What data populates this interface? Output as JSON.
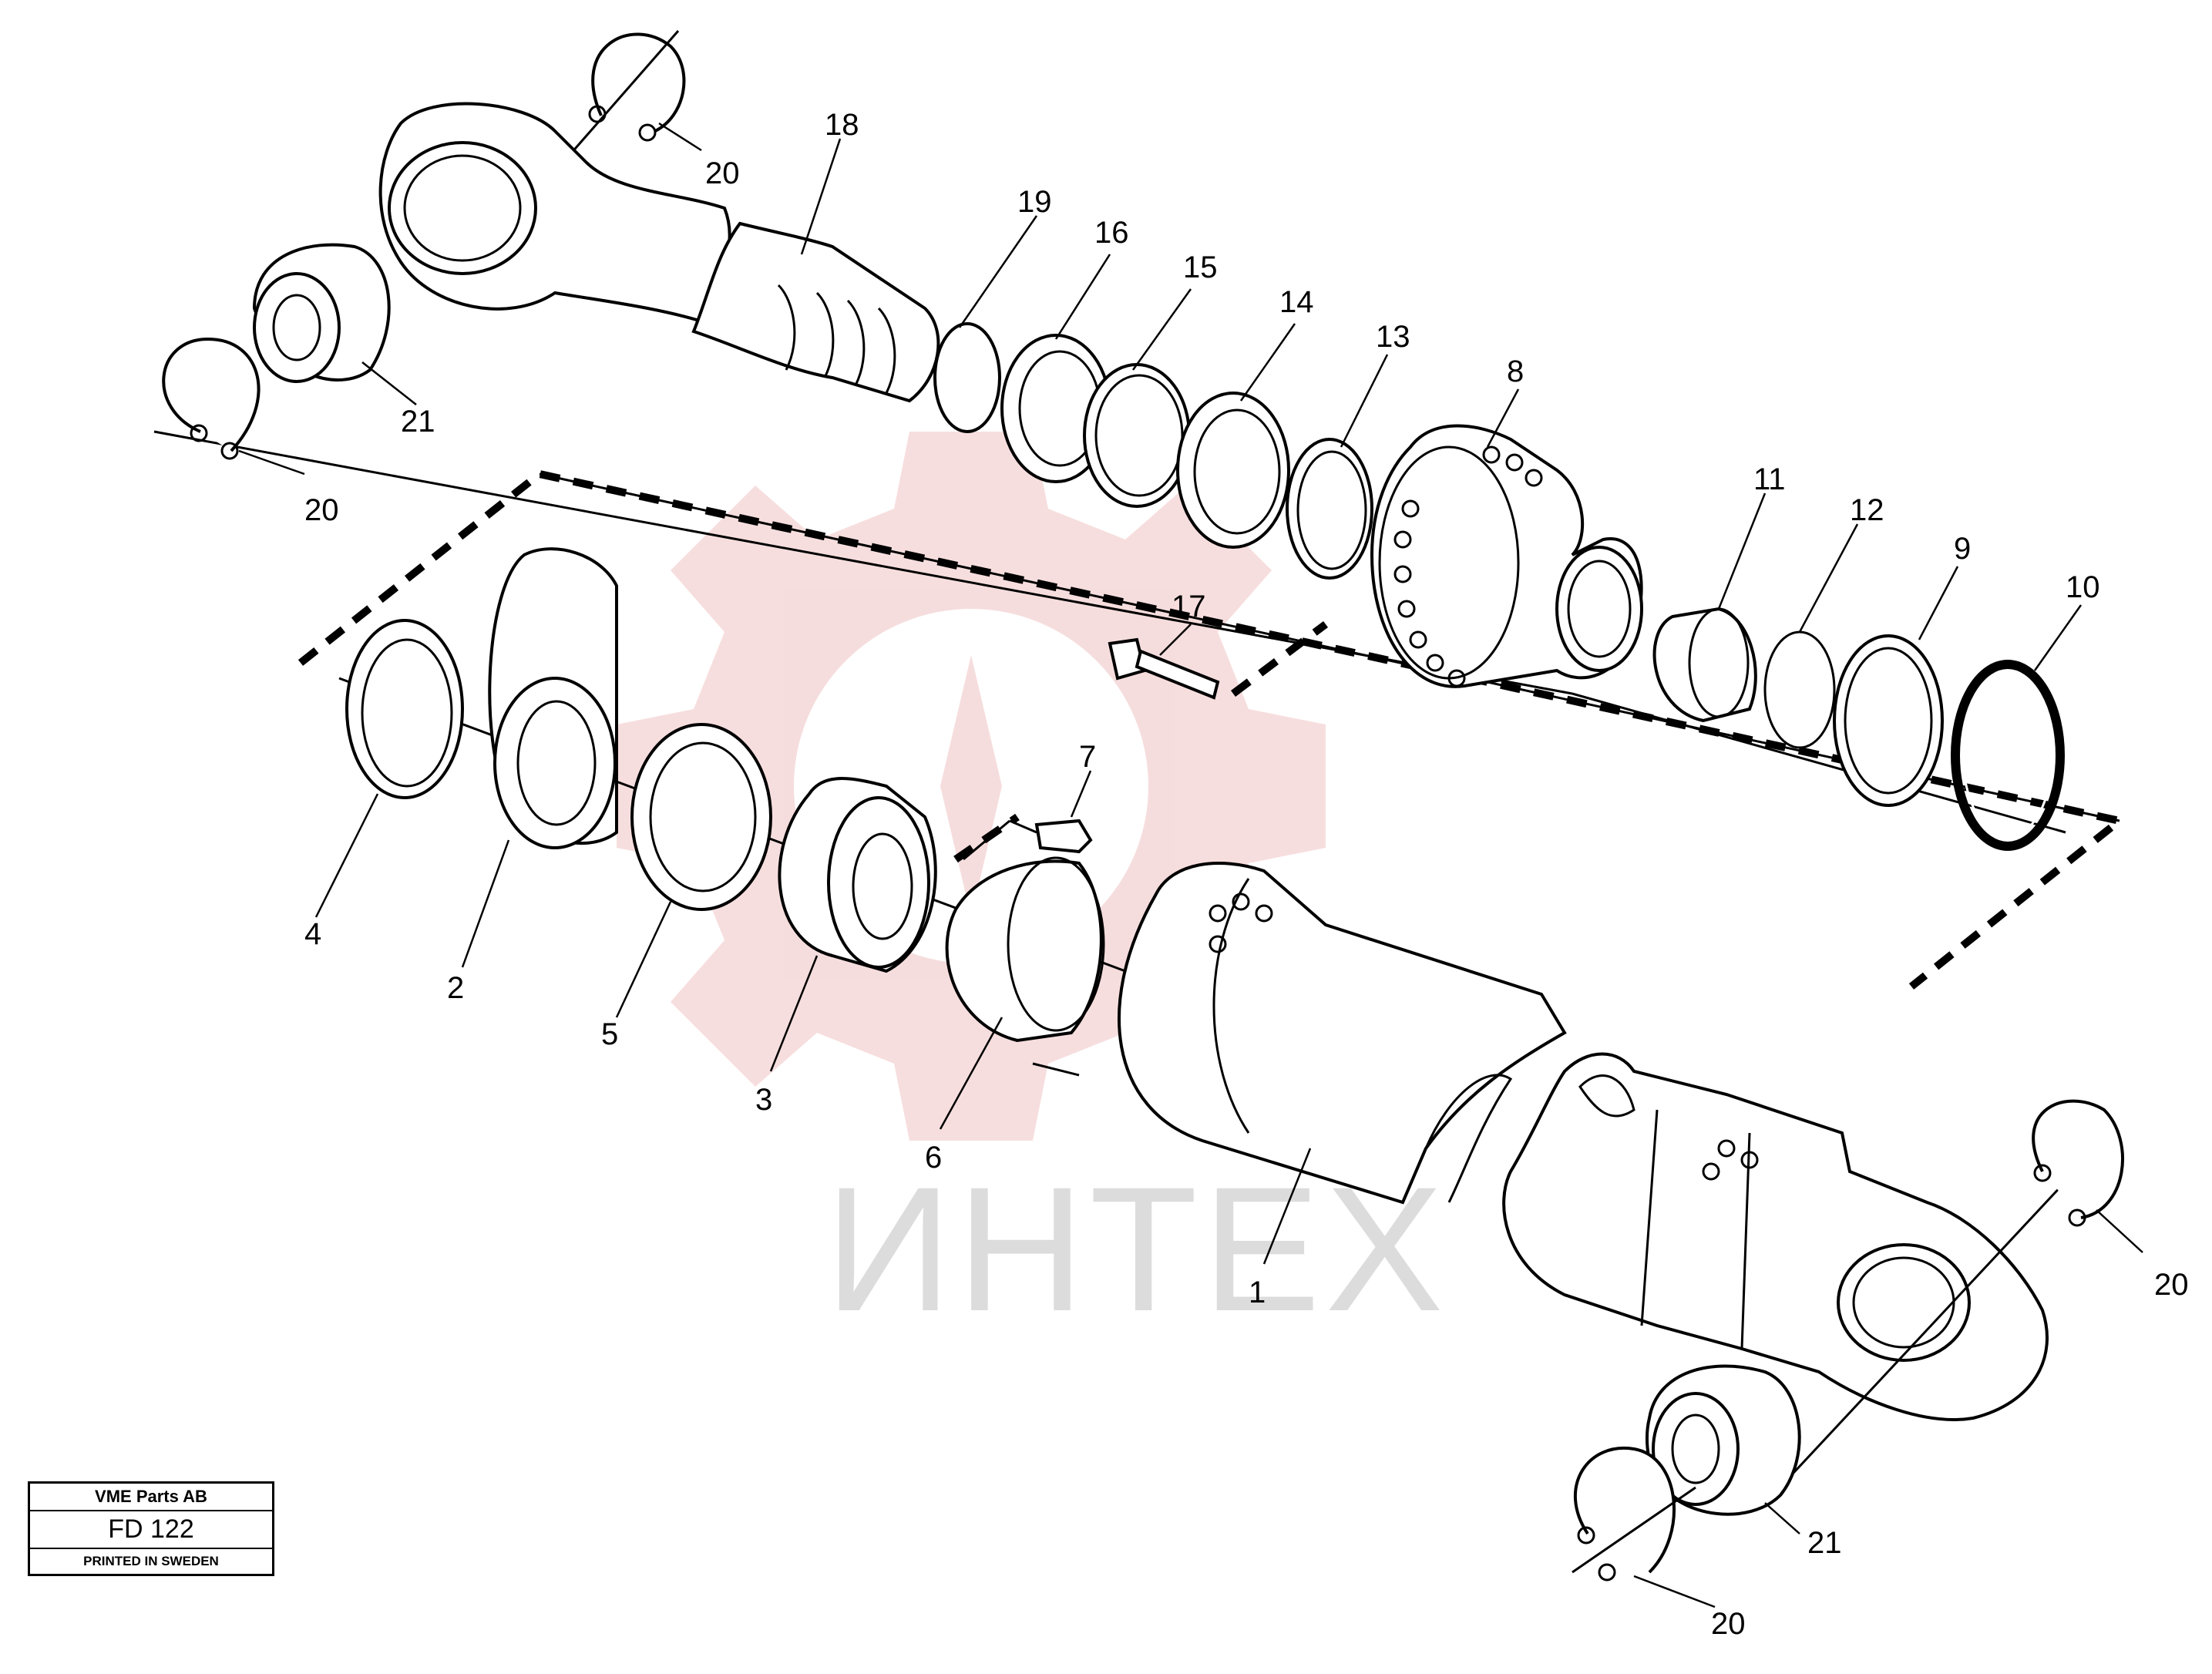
{
  "watermark": {
    "text": "ИНТЕХ",
    "color": "#e8a0a0"
  },
  "title_block": {
    "company": "VME Parts AB",
    "drawing_code": "FD 122",
    "printed": "PRINTED IN SWEDEN"
  },
  "callouts": {
    "c1": "1",
    "c2": "2",
    "c3": "3",
    "c4": "4",
    "c5": "5",
    "c6": "6",
    "c7": "7",
    "c8": "8",
    "c9": "9",
    "c10": "10",
    "c11": "11",
    "c12": "12",
    "c13": "13",
    "c14": "14",
    "c15": "15",
    "c16": "16",
    "c17": "17",
    "c18": "18",
    "c19": "19",
    "c20a": "20",
    "c20b": "20",
    "c20c": "20",
    "c20d": "20",
    "c21a": "21",
    "c21b": "21"
  }
}
